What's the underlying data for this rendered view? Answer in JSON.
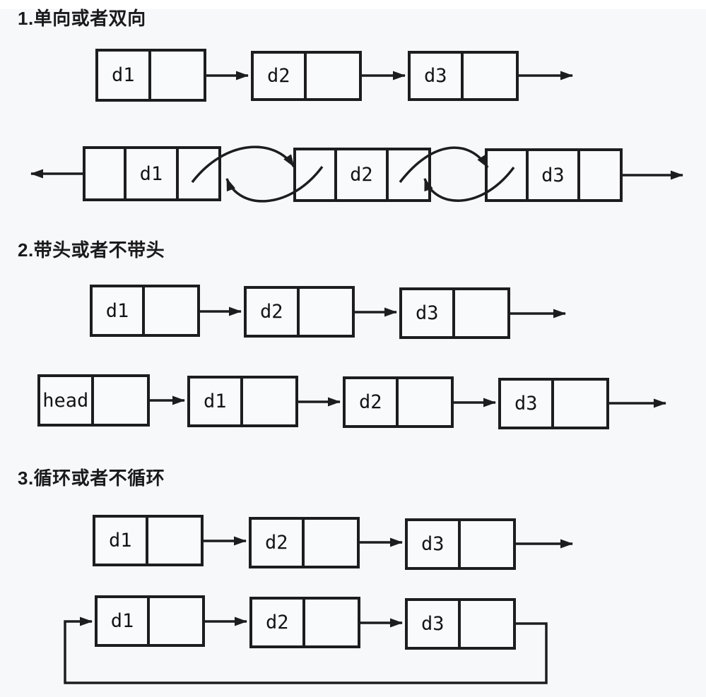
{
  "colors": {
    "background": "#f7f8fa",
    "line": "#1d1d1f",
    "node_fill": "#f9fafc",
    "text": "#1a1a1c"
  },
  "diagram_type": "linked-list-variants",
  "sections": [
    {
      "title": "1.单向或者双向",
      "lists": [
        {
          "type": "singly-linked",
          "tail_arrow": "right",
          "nodes": [
            {
              "label": "d1"
            },
            {
              "label": "d2"
            },
            {
              "label": "d3"
            }
          ]
        },
        {
          "type": "doubly-linked",
          "head_arrow": "left",
          "tail_arrow": "right",
          "nodes": [
            {
              "label": "d1"
            },
            {
              "label": "d2"
            },
            {
              "label": "d3"
            }
          ]
        }
      ]
    },
    {
      "title": "2.带头或者不带头",
      "lists": [
        {
          "type": "singly-linked-no-head",
          "tail_arrow": "right",
          "nodes": [
            {
              "label": "d1"
            },
            {
              "label": "d2"
            },
            {
              "label": "d3"
            }
          ]
        },
        {
          "type": "singly-linked-with-head",
          "tail_arrow": "right",
          "nodes": [
            {
              "label": "head"
            },
            {
              "label": "d1"
            },
            {
              "label": "d2"
            },
            {
              "label": "d3"
            }
          ]
        }
      ]
    },
    {
      "title": "3.循环或者不循环",
      "lists": [
        {
          "type": "singly-linked",
          "tail_arrow": "right",
          "nodes": [
            {
              "label": "d1"
            },
            {
              "label": "d2"
            },
            {
              "label": "d3"
            }
          ]
        },
        {
          "type": "circular-linked",
          "loop": "tail-to-head",
          "nodes": [
            {
              "label": "d1"
            },
            {
              "label": "d2"
            },
            {
              "label": "d3"
            }
          ]
        }
      ]
    }
  ]
}
